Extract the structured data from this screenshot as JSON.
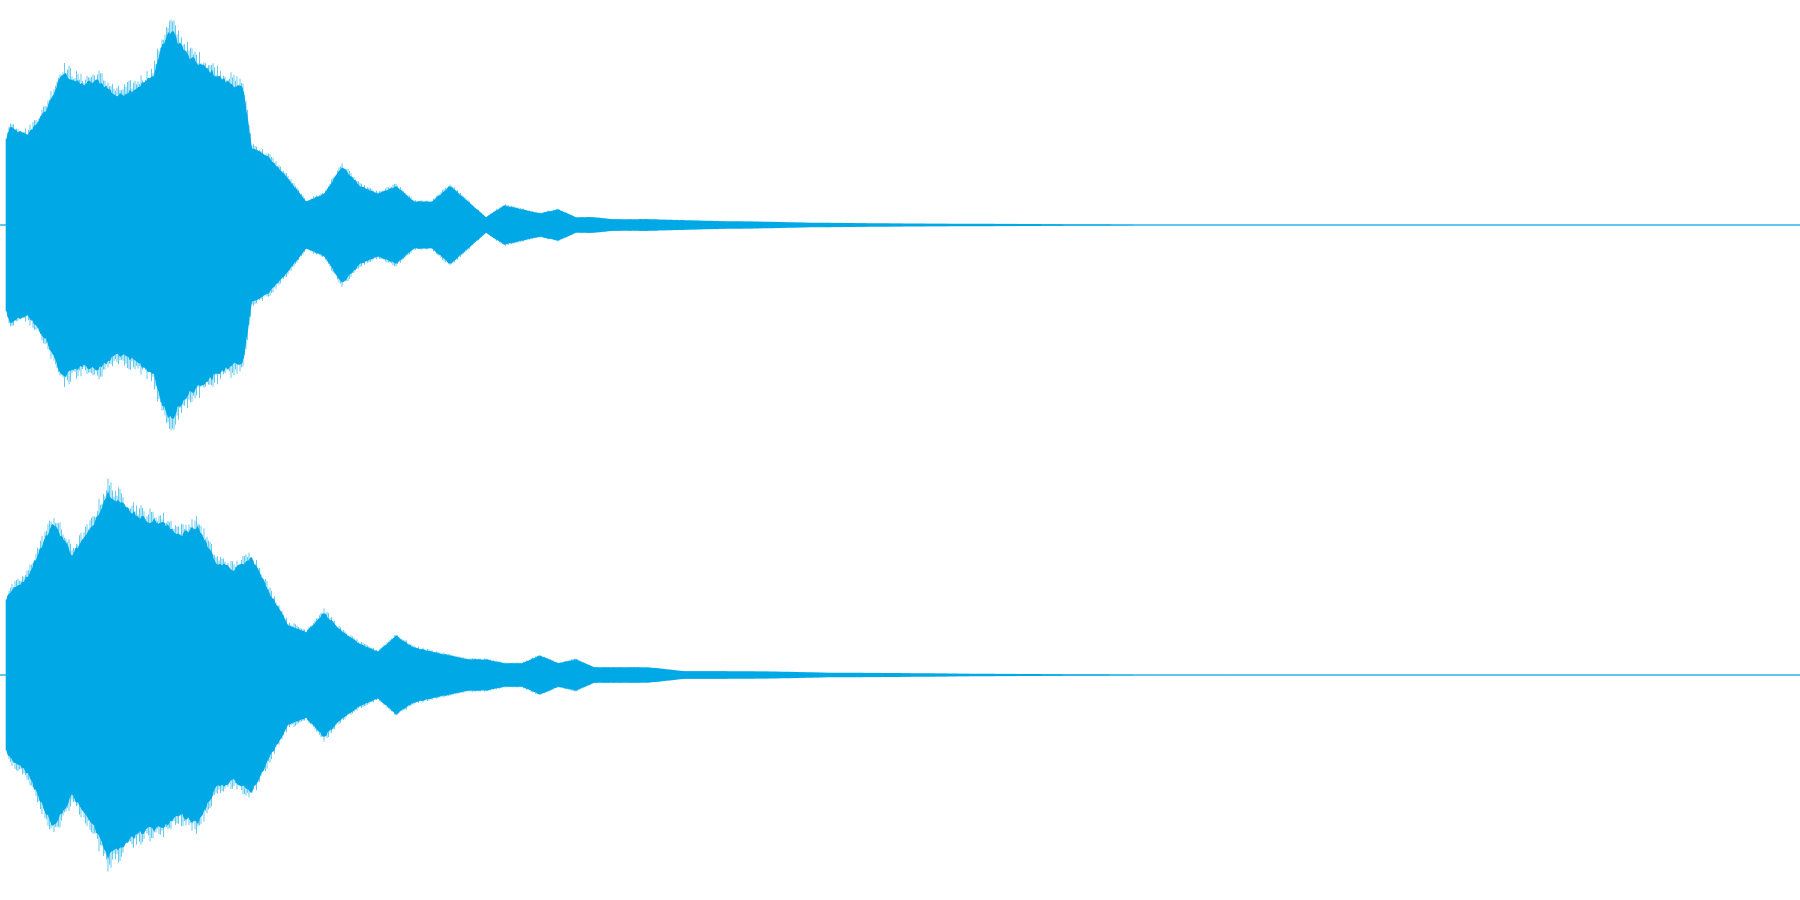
{
  "waveform": {
    "color": "#00a8e6",
    "channels": [
      {
        "channel": "left",
        "envelope": [
          [
            0.0,
            0.3
          ],
          [
            0.005,
            0.5
          ],
          [
            0.015,
            0.46
          ],
          [
            0.025,
            0.58
          ],
          [
            0.035,
            0.78
          ],
          [
            0.045,
            0.72
          ],
          [
            0.055,
            0.74
          ],
          [
            0.065,
            0.66
          ],
          [
            0.075,
            0.7
          ],
          [
            0.085,
            0.76
          ],
          [
            0.09,
            0.92
          ],
          [
            0.095,
            1.0
          ],
          [
            0.105,
            0.86
          ],
          [
            0.115,
            0.8
          ],
          [
            0.125,
            0.74
          ],
          [
            0.135,
            0.7
          ],
          [
            0.14,
            0.4
          ],
          [
            0.15,
            0.34
          ],
          [
            0.16,
            0.24
          ],
          [
            0.17,
            0.12
          ],
          [
            0.18,
            0.16
          ],
          [
            0.19,
            0.3
          ],
          [
            0.2,
            0.2
          ],
          [
            0.21,
            0.16
          ],
          [
            0.22,
            0.2
          ],
          [
            0.23,
            0.12
          ],
          [
            0.24,
            0.12
          ],
          [
            0.25,
            0.2
          ],
          [
            0.26,
            0.12
          ],
          [
            0.27,
            0.04
          ],
          [
            0.28,
            0.1
          ],
          [
            0.29,
            0.08
          ],
          [
            0.3,
            0.06
          ],
          [
            0.31,
            0.08
          ],
          [
            0.32,
            0.04
          ],
          [
            0.33,
            0.04
          ],
          [
            0.34,
            0.03
          ],
          [
            0.36,
            0.03
          ],
          [
            0.38,
            0.025
          ],
          [
            0.4,
            0.02
          ],
          [
            0.42,
            0.018
          ],
          [
            0.45,
            0.012
          ],
          [
            0.5,
            0.008
          ],
          [
            0.55,
            0.006
          ],
          [
            0.6,
            0.004
          ],
          [
            0.65,
            0.002
          ],
          [
            0.7,
            0.0
          ]
        ]
      },
      {
        "channel": "right",
        "envelope": [
          [
            0.0,
            0.3
          ],
          [
            0.005,
            0.42
          ],
          [
            0.015,
            0.5
          ],
          [
            0.025,
            0.7
          ],
          [
            0.03,
            0.78
          ],
          [
            0.04,
            0.62
          ],
          [
            0.05,
            0.74
          ],
          [
            0.06,
            0.94
          ],
          [
            0.07,
            0.86
          ],
          [
            0.08,
            0.8
          ],
          [
            0.09,
            0.78
          ],
          [
            0.1,
            0.72
          ],
          [
            0.11,
            0.76
          ],
          [
            0.12,
            0.58
          ],
          [
            0.13,
            0.54
          ],
          [
            0.14,
            0.6
          ],
          [
            0.15,
            0.42
          ],
          [
            0.16,
            0.26
          ],
          [
            0.17,
            0.22
          ],
          [
            0.18,
            0.32
          ],
          [
            0.19,
            0.22
          ],
          [
            0.2,
            0.16
          ],
          [
            0.21,
            0.12
          ],
          [
            0.22,
            0.2
          ],
          [
            0.23,
            0.14
          ],
          [
            0.24,
            0.12
          ],
          [
            0.25,
            0.1
          ],
          [
            0.26,
            0.08
          ],
          [
            0.27,
            0.08
          ],
          [
            0.28,
            0.06
          ],
          [
            0.29,
            0.06
          ],
          [
            0.3,
            0.1
          ],
          [
            0.31,
            0.06
          ],
          [
            0.32,
            0.08
          ],
          [
            0.33,
            0.04
          ],
          [
            0.34,
            0.04
          ],
          [
            0.35,
            0.04
          ],
          [
            0.36,
            0.04
          ],
          [
            0.38,
            0.02
          ],
          [
            0.4,
            0.02
          ],
          [
            0.43,
            0.018
          ],
          [
            0.46,
            0.012
          ],
          [
            0.5,
            0.01
          ],
          [
            0.55,
            0.006
          ],
          [
            0.6,
            0.004
          ],
          [
            0.65,
            0.002
          ],
          [
            0.7,
            0.0
          ]
        ]
      }
    ]
  }
}
